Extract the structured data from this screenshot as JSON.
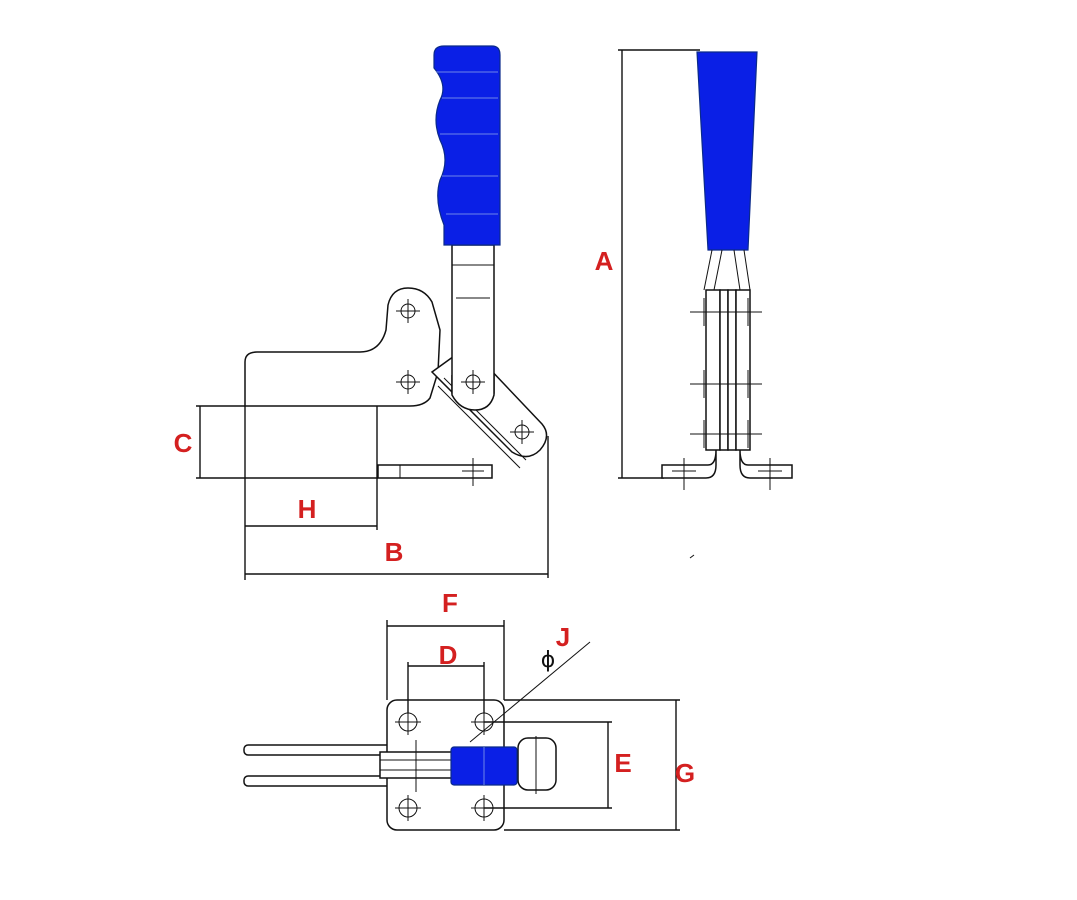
{
  "colors": {
    "label": "#d42020",
    "handle": "#0a1fe6",
    "line": "#111111"
  },
  "labels": {
    "a": "A",
    "b": "B",
    "c": "C",
    "d": "D",
    "e": "E",
    "f": "F",
    "g": "G",
    "h": "H",
    "j": "J",
    "phi": "ɸ"
  },
  "icons": {
    "handle": "blue-rubber-grip",
    "hole": "mounting-hole-crosshair"
  }
}
